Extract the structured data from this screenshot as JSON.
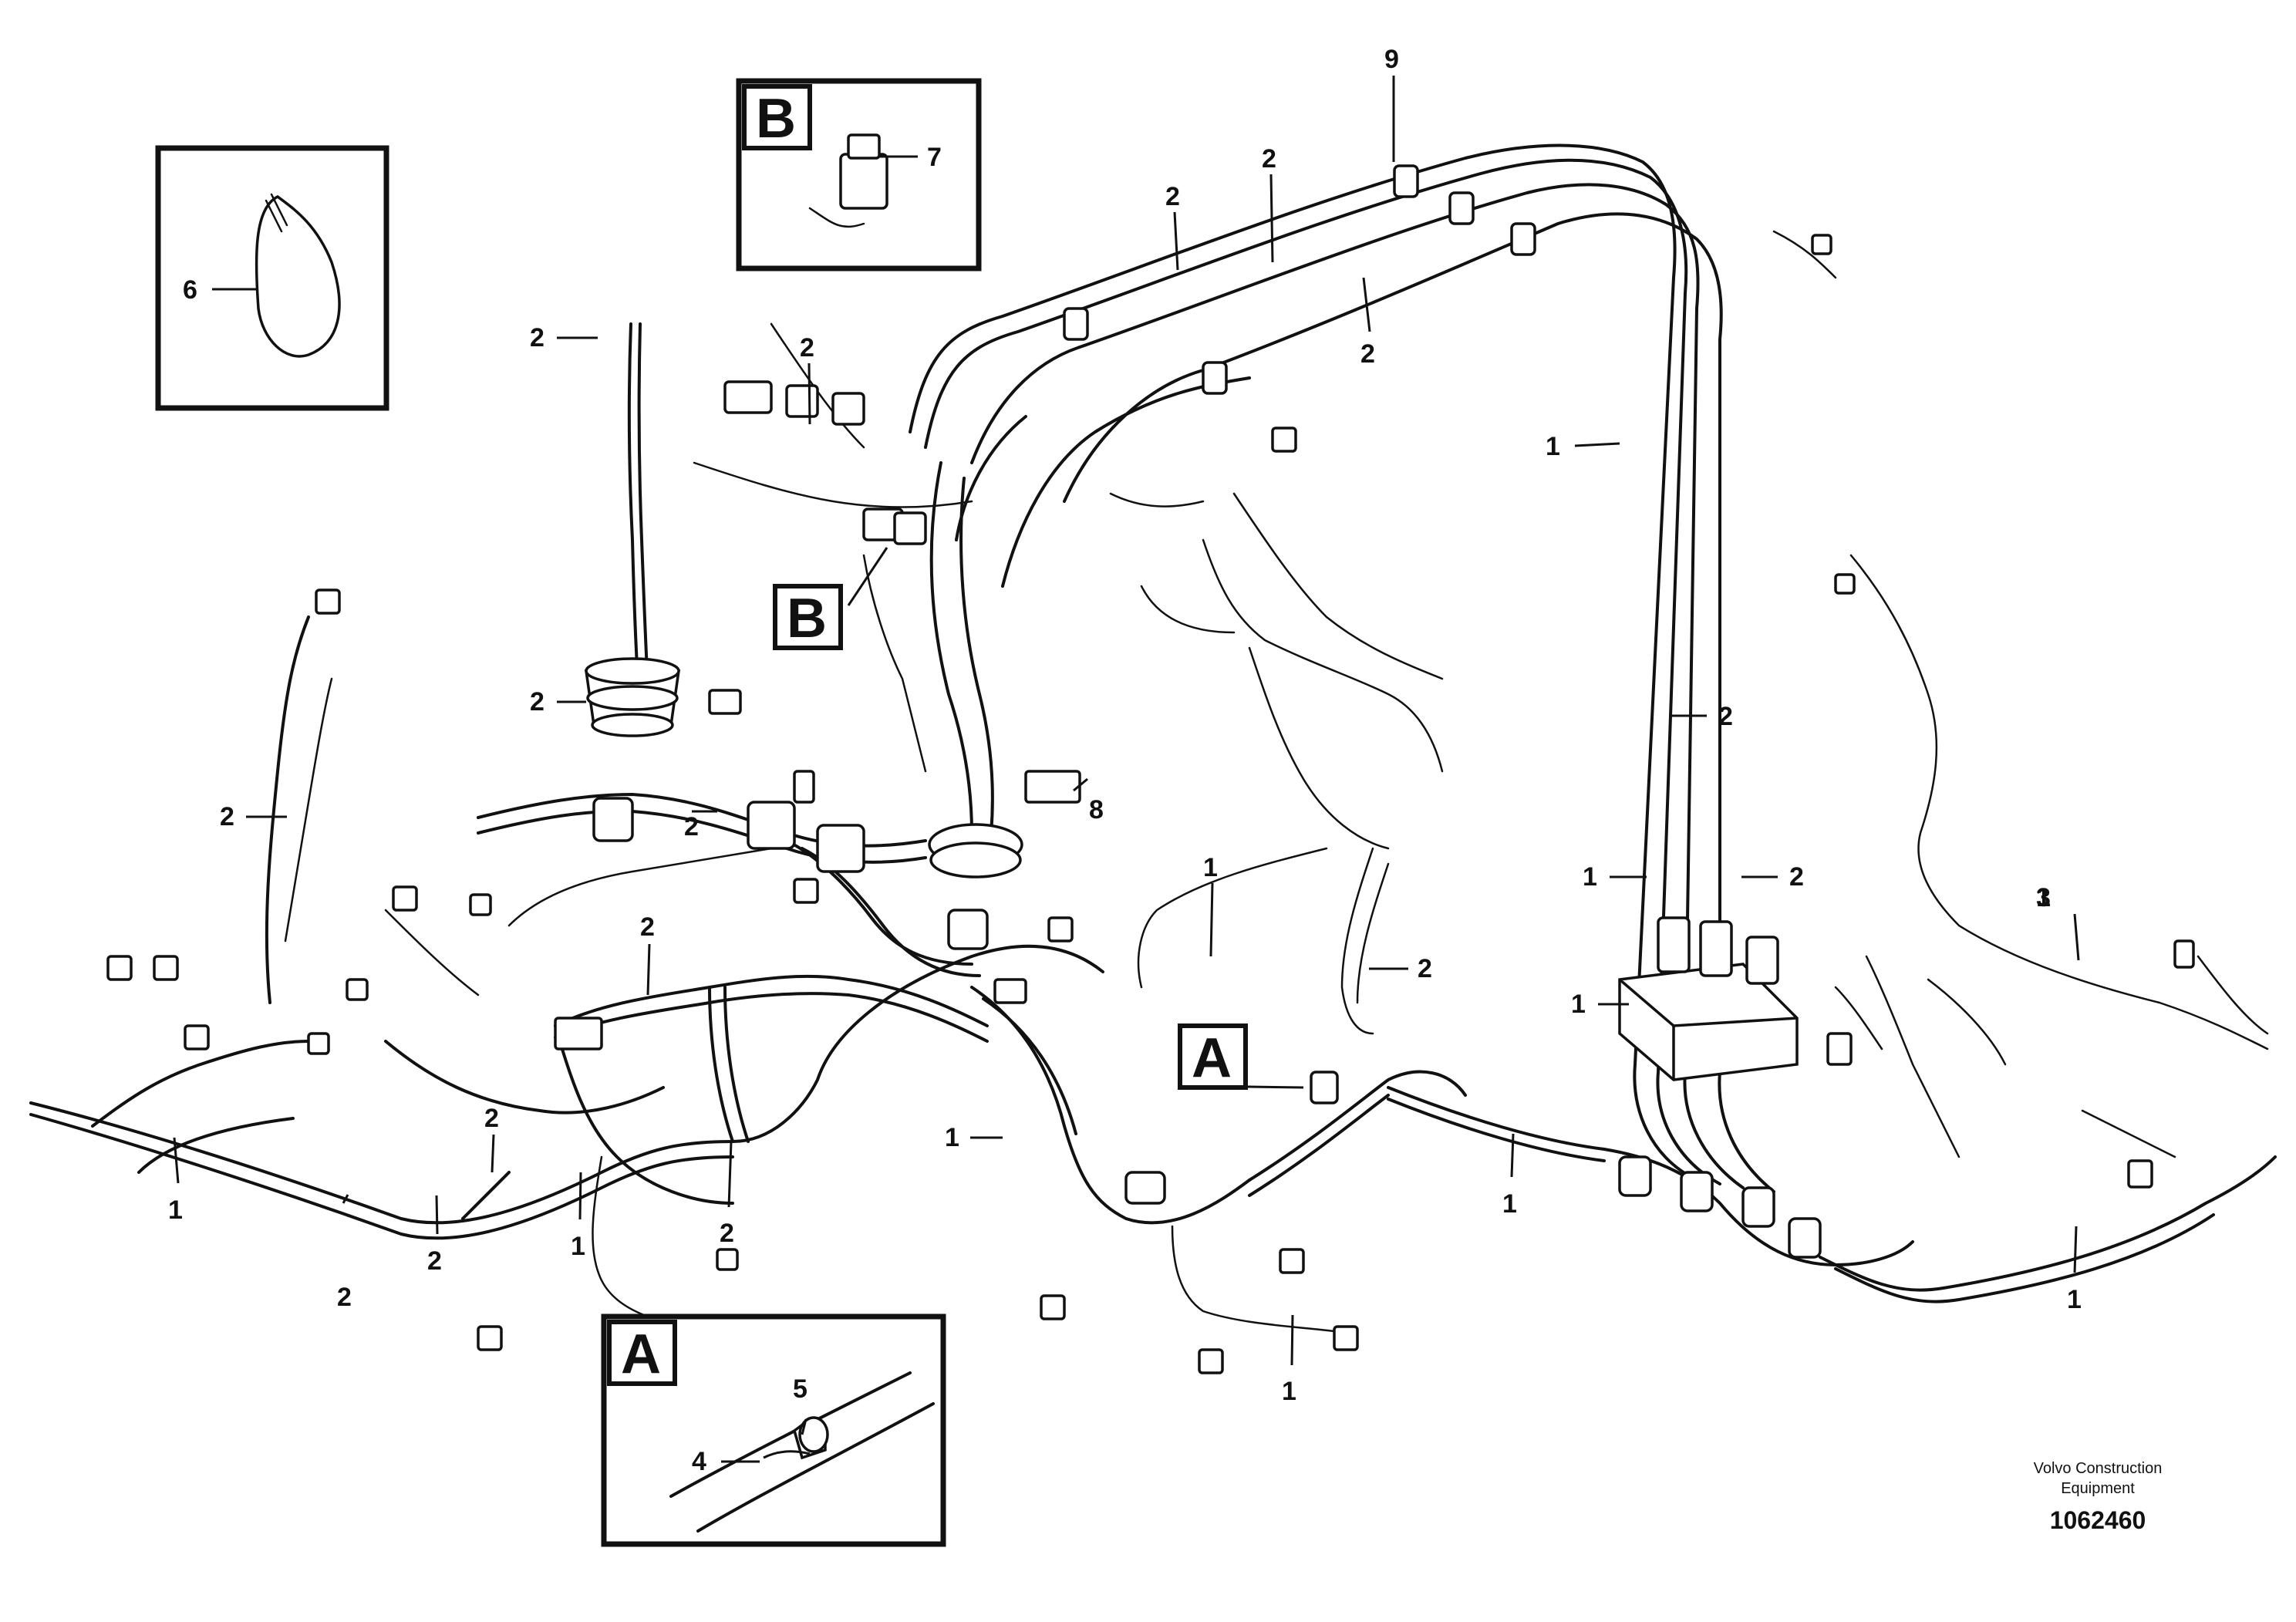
{
  "brand": {
    "line1": "Volvo Construction",
    "line2": "Equipment",
    "doc_number": "1062460"
  },
  "detail_tags": {
    "a": "A",
    "b": "B"
  },
  "callouts": [
    {
      "id": "c1",
      "label": "9"
    },
    {
      "id": "c2",
      "label": "2"
    },
    {
      "id": "c3",
      "label": "2"
    },
    {
      "id": "c4",
      "label": "2"
    },
    {
      "id": "c5",
      "label": "2"
    },
    {
      "id": "c6",
      "label": "2"
    },
    {
      "id": "c7",
      "label": "1"
    },
    {
      "id": "c8",
      "label": "2"
    },
    {
      "id": "c9",
      "label": "8"
    },
    {
      "id": "c10",
      "label": "2"
    },
    {
      "id": "c11",
      "label": "2"
    },
    {
      "id": "c12",
      "label": "2"
    },
    {
      "id": "c13",
      "label": "2"
    },
    {
      "id": "c14",
      "label": "1"
    },
    {
      "id": "c15",
      "label": "1"
    },
    {
      "id": "c16",
      "label": "2"
    },
    {
      "id": "c17",
      "label": "2"
    },
    {
      "id": "c18",
      "label": "3"
    },
    {
      "id": "c19",
      "label": "1"
    },
    {
      "id": "c20",
      "label": "1"
    },
    {
      "id": "c21",
      "label": "1"
    },
    {
      "id": "c22",
      "label": "1"
    },
    {
      "id": "c23",
      "label": "1"
    },
    {
      "id": "c24",
      "label": "2"
    },
    {
      "id": "c25",
      "label": "2"
    },
    {
      "id": "c26",
      "label": "2"
    },
    {
      "id": "c27",
      "label": "1"
    },
    {
      "id": "c28",
      "label": "1"
    },
    {
      "id": "c29",
      "label": "2"
    },
    {
      "id": "c30",
      "label": "2"
    },
    {
      "id": "c31",
      "label": "1"
    },
    {
      "id": "c32",
      "label": "6"
    },
    {
      "id": "c33",
      "label": "7"
    },
    {
      "id": "c34",
      "label": "5"
    },
    {
      "id": "c35",
      "label": "4"
    }
  ]
}
